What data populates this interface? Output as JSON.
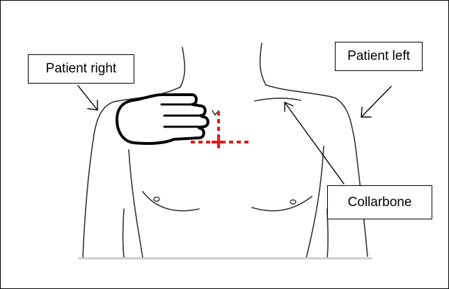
{
  "labels": {
    "patient_right": "Patient right",
    "patient_left": "Patient left",
    "collarbone": "Collarbone"
  },
  "colors": {
    "outline": "#000000",
    "marker": "#e21a1a",
    "background": "#ffffff"
  },
  "icons": {
    "hand": "hand-icon",
    "placement_marker": "crosshair-marker-icon"
  }
}
